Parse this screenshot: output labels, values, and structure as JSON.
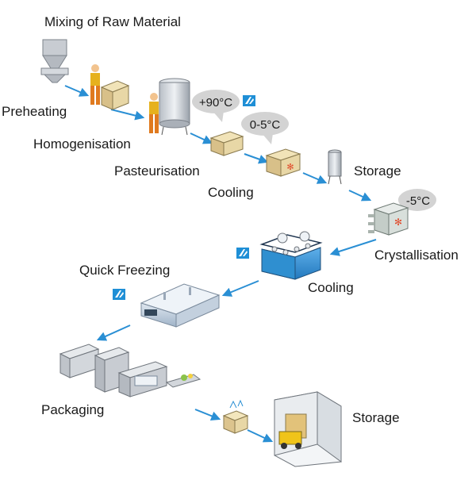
{
  "steps": {
    "mixing": "Mixing of Raw Material",
    "preheating": "Preheating",
    "homogenisation": "Homogenisation",
    "pasteurisation": "Pasteurisation",
    "cooling_1": "Cooling",
    "storage_1": "Storage",
    "crystallisation": "Crystallisation",
    "cooling_2": "Cooling",
    "quick_freezing": "Quick Freezing",
    "packaging": "Packaging",
    "storage_2": "Storage"
  },
  "temperatures": {
    "pasteurisation": "+90°C",
    "cooling": "0-5°C",
    "crystallisation": "-5°C"
  },
  "colors": {
    "arrow": "#2a8fd4",
    "bubble": "#d3d3d3",
    "logo": "#1f8fd6",
    "tank_blue": "#2f8fd0",
    "worker_orange": "#e07a1f",
    "box_tan": "#e8d7a6"
  },
  "icons": {
    "logo": "company-logo-icon",
    "freeze": "snowflake-icon"
  }
}
